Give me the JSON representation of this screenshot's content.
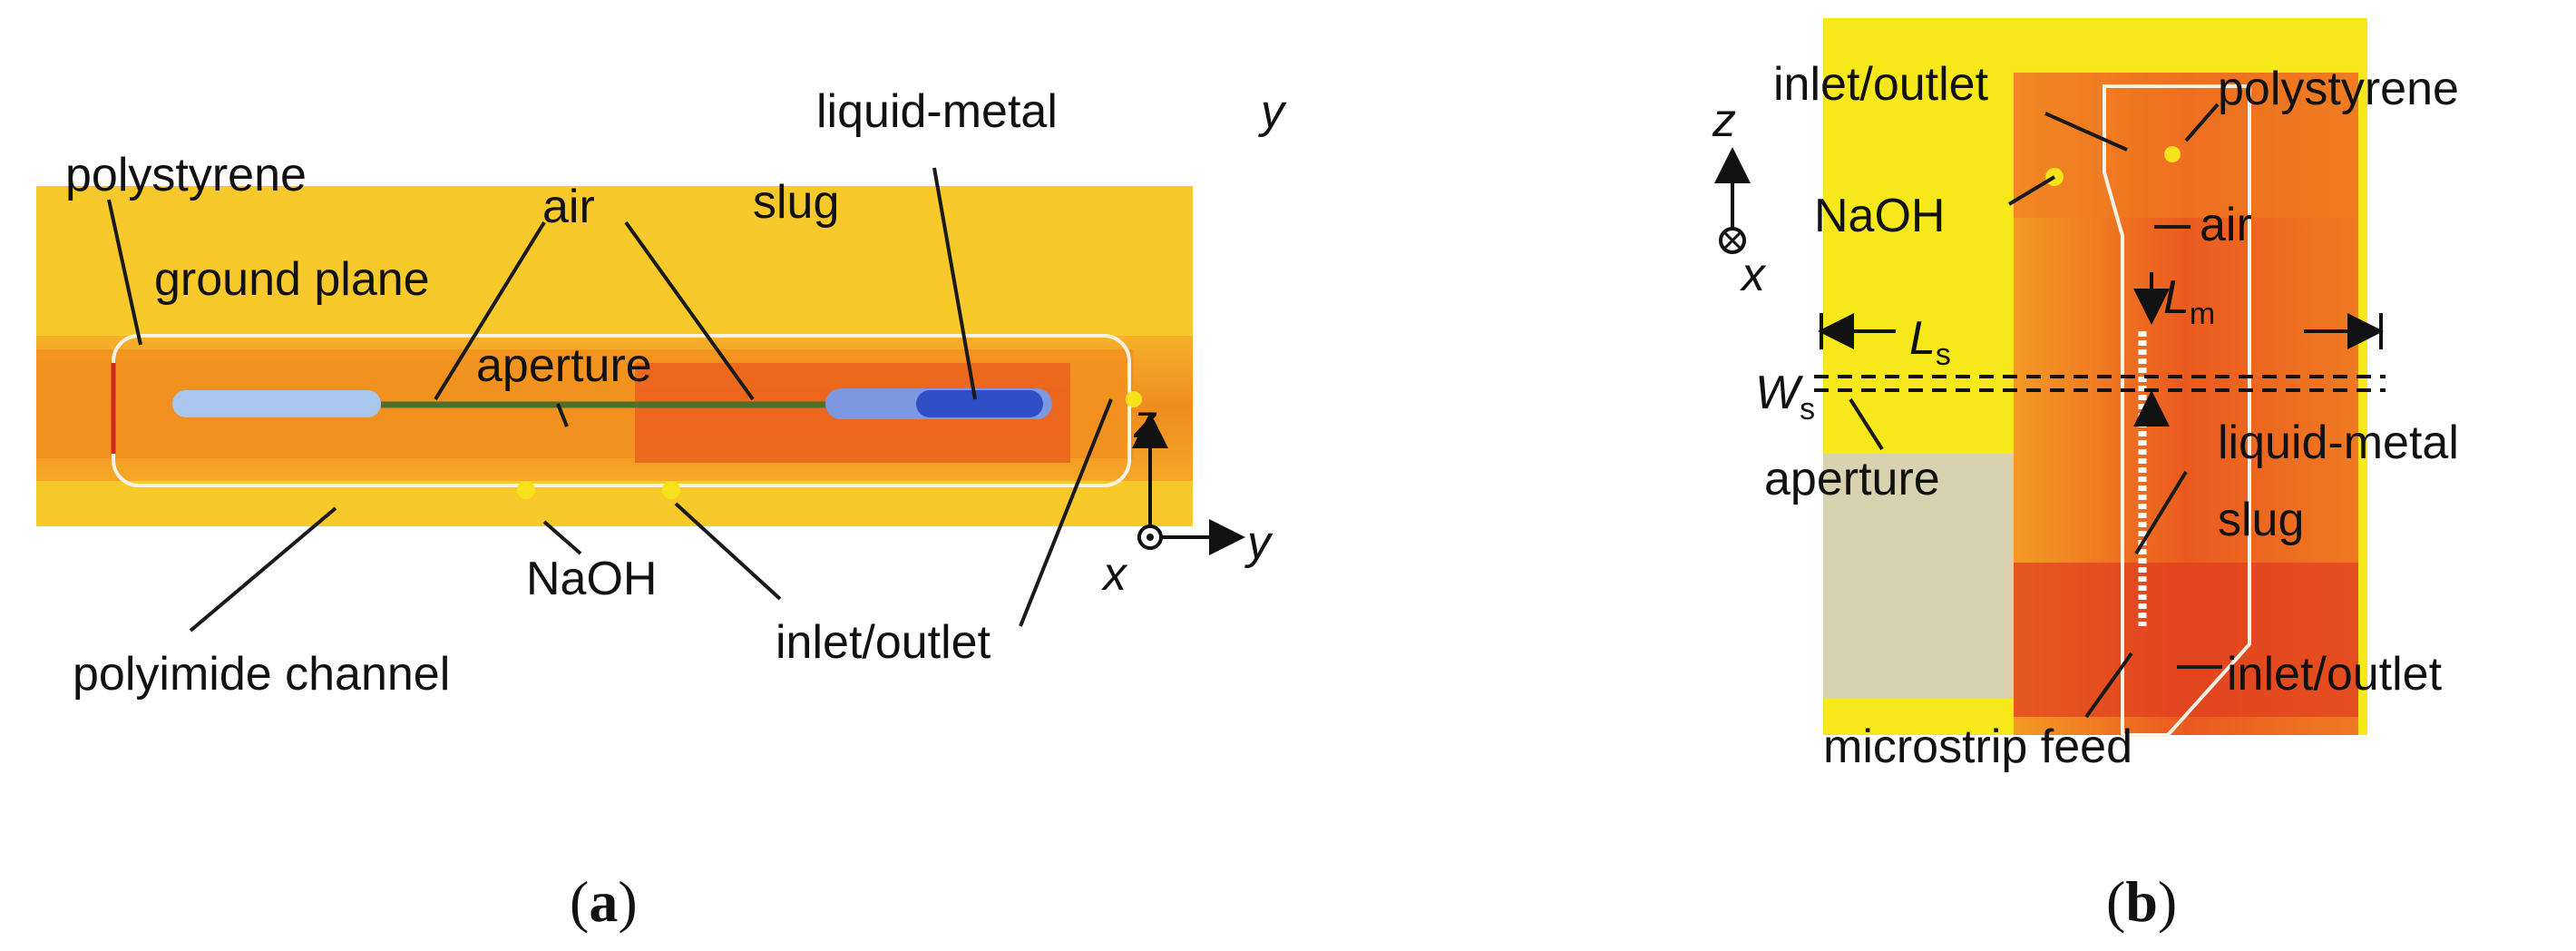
{
  "panel_a": {
    "labels": {
      "polystyrene": "polystyrene",
      "ground_plane": "ground plane",
      "air": "air",
      "liquid_metal": "liquid-metal",
      "slug": "slug",
      "aperture": "aperture",
      "naoh": "NaOH",
      "polyimide_channel": "polyimide channel",
      "inlet_outlet": "inlet/outlet",
      "axis_y_corner": "y",
      "axis_z": "z",
      "axis_x": "x",
      "axis_y": "y"
    },
    "caption_open": "(",
    "caption_letter": "a",
    "caption_close": ")"
  },
  "panel_b": {
    "labels": {
      "inlet_outlet_top": "inlet/outlet",
      "polystyrene": "polystyrene",
      "axis_z": "z",
      "axis_x": "x",
      "naoh": "NaOH",
      "air": "air",
      "L": "L",
      "m_sub": "m",
      "s_sub": "s",
      "W": "W",
      "aperture": "aperture",
      "liquid_metal": "liquid-metal",
      "slug": "slug",
      "inlet_outlet_bottom": "inlet/outlet",
      "microstrip_feed": "microstrip feed"
    },
    "caption_open": "(",
    "caption_letter": "b",
    "caption_close": ")"
  },
  "colors": {
    "substrate_yellow": "#f7e81c",
    "polyimide_orange": "#f39a1e",
    "deep_orange": "#ec6c1d",
    "red_orange": "#e2461f",
    "liquid_metal_blue": "#3a5fd0",
    "light_blue": "#a9c6ee",
    "air_green": "#4f6f2a"
  }
}
